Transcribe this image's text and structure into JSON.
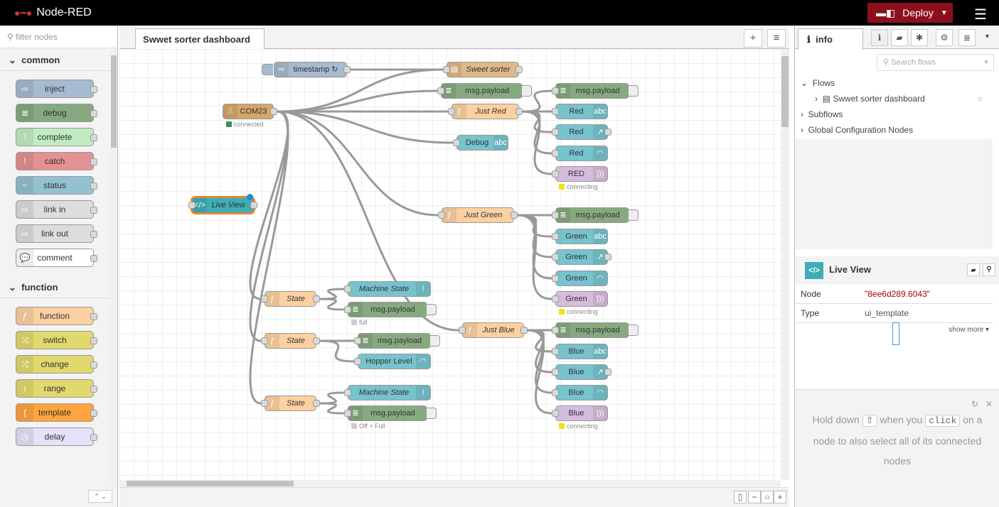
{
  "header": {
    "app_title": "Node-RED",
    "deploy_label": "Deploy"
  },
  "palette": {
    "filter_placeholder": "filter nodes",
    "categories": [
      {
        "name": "common",
        "nodes": [
          {
            "label": "inject",
            "color": "#a6bbcf",
            "icon": "⇨"
          },
          {
            "label": "debug",
            "color": "#87a980",
            "icon": "≣"
          },
          {
            "label": "complete",
            "color": "#c0edc0",
            "icon": "!"
          },
          {
            "label": "catch",
            "color": "#e49191",
            "icon": "!"
          },
          {
            "label": "status",
            "color": "#94c1d0",
            "icon": "~"
          },
          {
            "label": "link in",
            "color": "#dddddd",
            "icon": "⇨"
          },
          {
            "label": "link out",
            "color": "#dddddd",
            "icon": "⇨"
          },
          {
            "label": "comment",
            "color": "#ffffff",
            "icon": "💬"
          }
        ]
      },
      {
        "name": "function",
        "nodes": [
          {
            "label": "function",
            "color": "#fdd0a2",
            "icon": "ƒ"
          },
          {
            "label": "switch",
            "color": "#e2d96e",
            "icon": "⤨"
          },
          {
            "label": "change",
            "color": "#e2d96e",
            "icon": "⤮"
          },
          {
            "label": "range",
            "color": "#e2d96e",
            "icon": "i"
          },
          {
            "label": "template",
            "color": "#ffa43e",
            "icon": "{"
          },
          {
            "label": "delay",
            "color": "#e6e0f8",
            "icon": "◷"
          }
        ]
      }
    ]
  },
  "workspace": {
    "tab_label": "Swwet sorter dashboard"
  },
  "flow": {
    "nodes": [
      {
        "id": "ts",
        "label": "timestamp ↻",
        "color": "#a6bbcf",
        "icon": "⇨",
        "kind": "inject"
      },
      {
        "id": "sweet",
        "label": "Sweet sorter",
        "color": "#deb887",
        "icon": "▤",
        "italic": true
      },
      {
        "id": "dbg1",
        "label": "msg.payload",
        "color": "#87a980",
        "icon": "≣",
        "kind": "debug"
      },
      {
        "id": "com",
        "label": "COM23",
        "color": "#d4a76a",
        "icon": "⎍",
        "status": "connected",
        "status_color": "#3b8e5a"
      },
      {
        "id": "jred",
        "label": "Just Red",
        "color": "#fdd0a2",
        "icon": "ƒ",
        "italic": true
      },
      {
        "id": "dtext",
        "label": "Debug",
        "color": "#77c3cd",
        "icon": "abc",
        "iconRight": true
      },
      {
        "id": "rdbg",
        "label": "msg.payload",
        "color": "#87a980",
        "icon": "≣",
        "kind": "debug"
      },
      {
        "id": "r1",
        "label": "Red",
        "color": "#77c3cd",
        "icon": "abc",
        "iconRight": true
      },
      {
        "id": "r2",
        "label": "Red",
        "color": "#77c3cd",
        "icon": "↗",
        "iconRight": true,
        "out": true
      },
      {
        "id": "r3",
        "label": "Red",
        "color": "#77c3cd",
        "icon": "◠",
        "iconRight": true
      },
      {
        "id": "r4",
        "label": "RED",
        "color": "#d6bcdc",
        "icon": ")))",
        "iconRight": true,
        "status": "connecting",
        "status_color": "#f2e300"
      },
      {
        "id": "live",
        "label": "Live View",
        "color": "#3fadb5",
        "icon": "</>",
        "italic": true,
        "selected": true
      },
      {
        "id": "jgreen",
        "label": "Just Green",
        "color": "#fdd0a2",
        "icon": "ƒ",
        "italic": true
      },
      {
        "id": "gdbg",
        "label": "msg.payload",
        "color": "#87a980",
        "icon": "≣",
        "kind": "debug"
      },
      {
        "id": "g1",
        "label": "Green",
        "color": "#77c3cd",
        "icon": "abc",
        "iconRight": true
      },
      {
        "id": "g2",
        "label": "Green",
        "color": "#77c3cd",
        "icon": "↗",
        "iconRight": true,
        "out": true
      },
      {
        "id": "g3",
        "label": "Green",
        "color": "#77c3cd",
        "icon": "◠",
        "iconRight": true
      },
      {
        "id": "g4",
        "label": "Green",
        "color": "#d6bcdc",
        "icon": ")))",
        "iconRight": true,
        "status": "connecting",
        "status_color": "#f2e300"
      },
      {
        "id": "st1",
        "label": "State",
        "color": "#fdd0a2",
        "icon": "ƒ",
        "italic": true
      },
      {
        "id": "ms1",
        "label": "Machine State",
        "color": "#77c3cd",
        "icon": "!",
        "iconRight": true,
        "italic": true
      },
      {
        "id": "sd1",
        "label": "msg.payload",
        "color": "#87a980",
        "icon": "≣",
        "kind": "debug",
        "status": "full",
        "status_color": "#cccccc"
      },
      {
        "id": "jblue",
        "label": "Just Blue",
        "color": "#fdd0a2",
        "icon": "ƒ",
        "italic": true
      },
      {
        "id": "bdbg",
        "label": "msg.payload",
        "color": "#87a980",
        "icon": "≣",
        "kind": "debug"
      },
      {
        "id": "b1",
        "label": "Blue",
        "color": "#77c3cd",
        "icon": "abc",
        "iconRight": true
      },
      {
        "id": "b2",
        "label": "Blue",
        "color": "#77c3cd",
        "icon": "↗",
        "iconRight": true,
        "out": true
      },
      {
        "id": "b3",
        "label": "Blue",
        "color": "#77c3cd",
        "icon": "◠",
        "iconRight": true
      },
      {
        "id": "b4",
        "label": "Blue",
        "color": "#d6bcdc",
        "icon": ")))",
        "iconRight": true,
        "status": "connecting",
        "status_color": "#f2e300"
      },
      {
        "id": "st2",
        "label": "State",
        "color": "#fdd0a2",
        "icon": "ƒ",
        "italic": true
      },
      {
        "id": "sd2",
        "label": "msg.payload",
        "color": "#87a980",
        "icon": "≣",
        "kind": "debug"
      },
      {
        "id": "hop",
        "label": "Hopper Level",
        "color": "#77c3cd",
        "icon": "◠",
        "iconRight": true
      },
      {
        "id": "st3",
        "label": "State",
        "color": "#fdd0a2",
        "icon": "ƒ",
        "italic": true
      },
      {
        "id": "ms3",
        "label": "Machine State",
        "color": "#77c3cd",
        "icon": "!",
        "iconRight": true,
        "italic": true
      },
      {
        "id": "sd3",
        "label": "msg.payload",
        "color": "#87a980",
        "icon": "≣",
        "kind": "debug",
        "status": "Off + Full",
        "status_color": "#cccccc"
      }
    ],
    "wires": [
      [
        "ts",
        "sweet"
      ],
      [
        "com",
        "sweet"
      ],
      [
        "com",
        "dbg1"
      ],
      [
        "com",
        "jred"
      ],
      [
        "com",
        "dtext"
      ],
      [
        "com",
        "jgreen"
      ],
      [
        "com",
        "jblue"
      ],
      [
        "com",
        "st1"
      ],
      [
        "com",
        "st2"
      ],
      [
        "com",
        "st3"
      ],
      [
        "jred",
        "rdbg"
      ],
      [
        "jred",
        "r1"
      ],
      [
        "jred",
        "r2"
      ],
      [
        "jred",
        "r3"
      ],
      [
        "jred",
        "r4"
      ],
      [
        "jgreen",
        "gdbg"
      ],
      [
        "jgreen",
        "g1"
      ],
      [
        "jgreen",
        "g2"
      ],
      [
        "jgreen",
        "g3"
      ],
      [
        "jgreen",
        "g4"
      ],
      [
        "jblue",
        "bdbg"
      ],
      [
        "jblue",
        "b1"
      ],
      [
        "jblue",
        "b2"
      ],
      [
        "jblue",
        "b3"
      ],
      [
        "jblue",
        "b4"
      ],
      [
        "st1",
        "ms1"
      ],
      [
        "st1",
        "sd1"
      ],
      [
        "st2",
        "sd2"
      ],
      [
        "st2",
        "hop"
      ],
      [
        "st3",
        "ms3"
      ],
      [
        "st3",
        "sd3"
      ]
    ]
  },
  "sidebar": {
    "tab_label": "info",
    "search_placeholder": "Search flows",
    "tree": {
      "flows": "Flows",
      "flow_item": "Swwet sorter dashboard",
      "subflows": "Subflows",
      "global": "Global Configuration Nodes"
    },
    "node_title": "Live View",
    "props": [
      {
        "key": "Node",
        "value": "\"8ee6d289.6043\""
      },
      {
        "key": "Type",
        "value": "ui_template"
      }
    ],
    "show_more": "show more ▾",
    "help": {
      "t1": "Hold down",
      "key1": "⇧",
      "t2": "when you",
      "key2": "click",
      "t3": "on a node to also select all of its connected nodes"
    }
  }
}
